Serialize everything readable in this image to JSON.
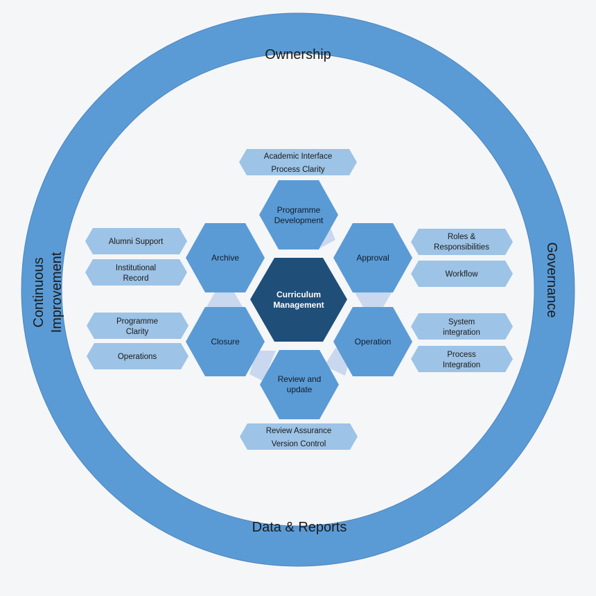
{
  "ring": {
    "top": "Ownership",
    "right": "Governance",
    "bottom": "Data & Reports",
    "left_line1": "Continuous",
    "left_line2": "Improvement"
  },
  "center": {
    "line1": "Curriculum",
    "line2": "Management"
  },
  "hexes": {
    "programme_development": {
      "line1": "Programme",
      "line2": "Development"
    },
    "approval": {
      "line1": "Approval"
    },
    "operation": {
      "line1": "Operation"
    },
    "review_update": {
      "line1": "Review and",
      "line2": "update"
    },
    "closure": {
      "line1": "Closure"
    },
    "archive": {
      "line1": "Archive"
    }
  },
  "tags": {
    "top": {
      "line1": "Academic Interface",
      "line2": "Process Clarity"
    },
    "bottom": {
      "line1": "Review Assurance",
      "line2": "Version Control"
    },
    "roles": {
      "line1": "Roles &",
      "line2": "Responsibilities"
    },
    "workflow": {
      "line1": "Workflow"
    },
    "system_integration": {
      "line1": "System",
      "line2": "integration"
    },
    "process_integration": {
      "line1": "Process",
      "line2": "Integration"
    },
    "alumni_support": {
      "line1": "Alumni Support"
    },
    "institutional_record": {
      "line1": "Institutional",
      "line2": "Record"
    },
    "programme_clarity": {
      "line1": "Programme",
      "line2": "Clarity"
    },
    "operations": {
      "line1": "Operations"
    }
  },
  "colors": {
    "ring": "#5b9bd5",
    "ring_edge": "#4a86bf",
    "hex": "#5b9bd5",
    "center": "#1f4e79",
    "tag": "#9dc3e6",
    "connector": "#c9d8ee"
  }
}
